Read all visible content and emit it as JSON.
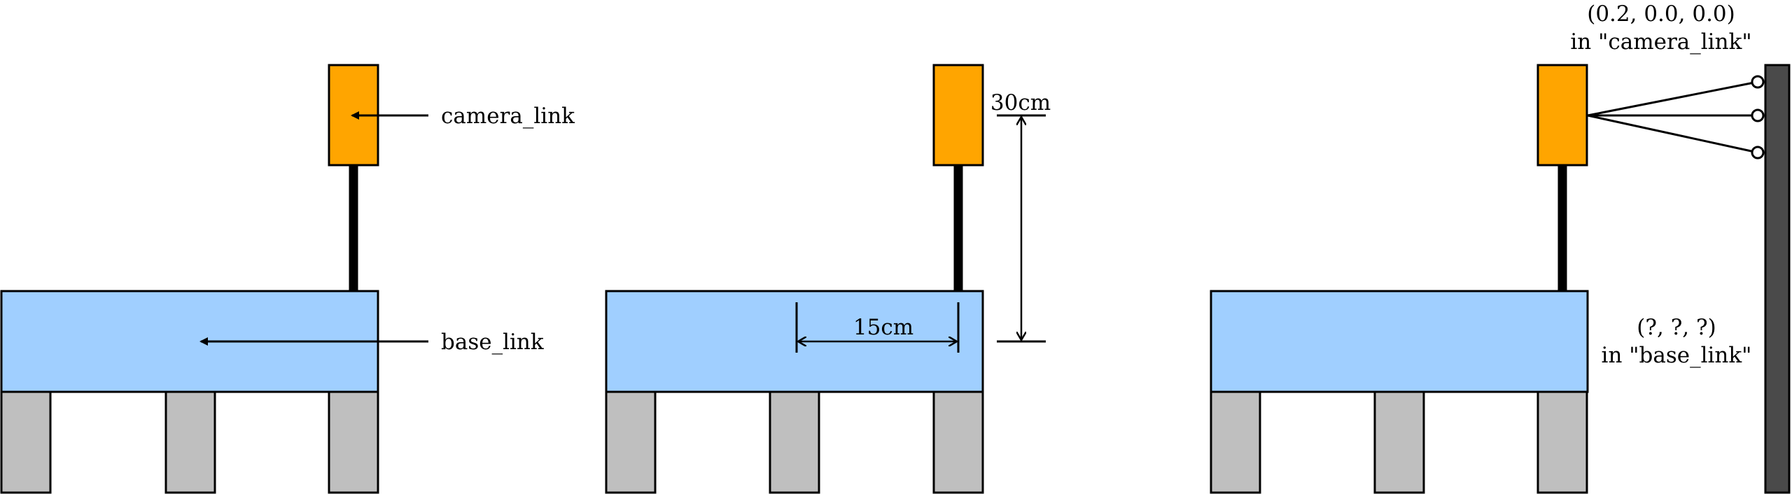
{
  "colors": {
    "camera": "#ffa500",
    "base": "#a0cfff",
    "legs": "#bfbfbf",
    "wall": "#4a4a4a",
    "outline": "#000000"
  },
  "panel1": {
    "camera_label": "camera_link",
    "base_label": "base_link"
  },
  "panel2": {
    "height_label": "30cm",
    "offset_label": "15cm"
  },
  "panel3": {
    "camera_point": "(0.2, 0.0, 0.0)",
    "camera_frame": "in \"camera_link\"",
    "base_point": "(?, ?, ?)",
    "base_frame": "in \"base_link\""
  }
}
